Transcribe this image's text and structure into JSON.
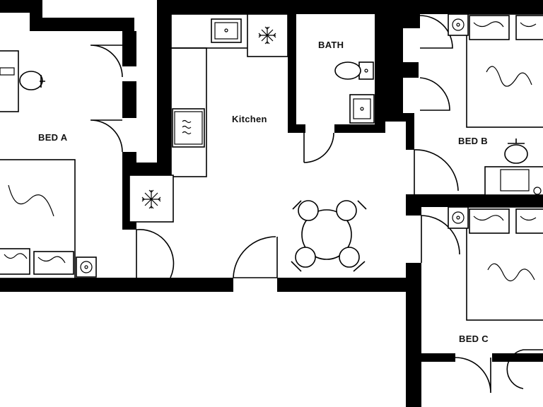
{
  "rooms": {
    "bed_a": "BED A",
    "kitchen": "Kitchen",
    "bath": "BATH",
    "bed_b": "BED B",
    "bed_c": "BED C"
  },
  "icons": [
    "door-swing-icon",
    "sink-icon",
    "toilet-icon",
    "stove-icon",
    "fridge-icon",
    "snowflake-icon",
    "bed-icon",
    "desk-chair-icon",
    "round-table-icon",
    "fan-icon"
  ],
  "colors": {
    "wall": "#000000",
    "background": "#ffffff"
  }
}
